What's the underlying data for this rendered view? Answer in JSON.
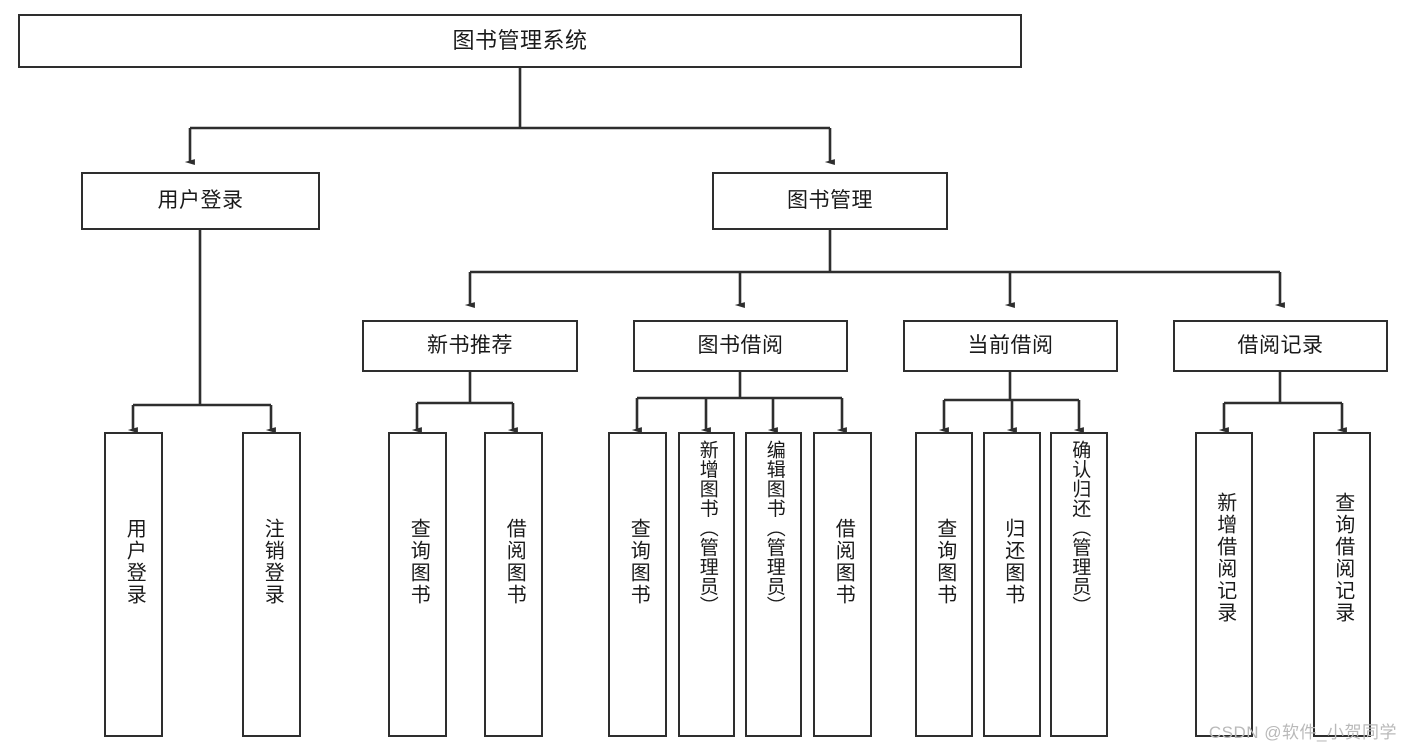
{
  "diagram": {
    "type": "tree-hierarchy",
    "title": "图书管理系统",
    "orientation": "top-down",
    "colors": {
      "box_border": "#2e2e2e",
      "box_fill": "#ffffff",
      "connector": "#2e2e2e",
      "text": "#1a1a1a",
      "watermark": "#b9b9b9",
      "background": "#ffffff"
    },
    "levels": {
      "root": {
        "label": "图书管理系统"
      },
      "level2": [
        {
          "id": "user-login",
          "label": "用户登录"
        },
        {
          "id": "book-manage",
          "label": "图书管理"
        }
      ],
      "level3": [
        {
          "id": "new-book-recommend",
          "label": "新书推荐",
          "parent": "book-manage"
        },
        {
          "id": "book-borrow",
          "label": "图书借阅",
          "parent": "book-manage"
        },
        {
          "id": "current-borrow",
          "label": "当前借阅",
          "parent": "book-manage"
        },
        {
          "id": "borrow-record",
          "label": "借阅记录",
          "parent": "book-manage"
        }
      ],
      "leaves": [
        {
          "id": "leaf-user-login",
          "label": "用户登录",
          "parent": "user-login"
        },
        {
          "id": "leaf-user-logout",
          "label": "注销登录",
          "parent": "user-login"
        },
        {
          "id": "leaf-query-book-1",
          "label": "查询图书",
          "parent": "new-book-recommend"
        },
        {
          "id": "leaf-borrow-book-1",
          "label": "借阅图书",
          "parent": "new-book-recommend"
        },
        {
          "id": "leaf-query-book-2",
          "label": "查询图书",
          "parent": "book-borrow"
        },
        {
          "id": "leaf-add-book",
          "label": "新增图书（管理员）",
          "parent": "book-borrow"
        },
        {
          "id": "leaf-edit-book",
          "label": "编辑图书（管理员）",
          "parent": "book-borrow"
        },
        {
          "id": "leaf-borrow-book-2",
          "label": "借阅图书",
          "parent": "book-borrow"
        },
        {
          "id": "leaf-query-book-3",
          "label": "查询图书",
          "parent": "current-borrow"
        },
        {
          "id": "leaf-return-book",
          "label": "归还图书",
          "parent": "current-borrow"
        },
        {
          "id": "leaf-confirm-return",
          "label": "确认归还（管理员）",
          "parent": "current-borrow"
        },
        {
          "id": "leaf-add-record",
          "label": "新增借阅记录",
          "parent": "borrow-record"
        },
        {
          "id": "leaf-query-record",
          "label": "查询借阅记录",
          "parent": "borrow-record"
        }
      ]
    },
    "watermark": "CSDN @软件_小贺同学"
  }
}
